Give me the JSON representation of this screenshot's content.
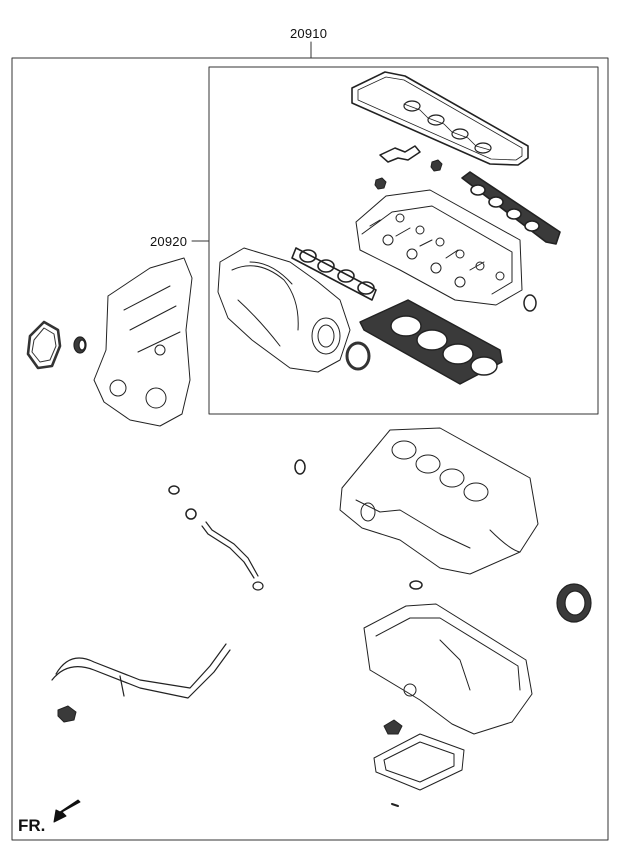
{
  "callouts": {
    "overhaul_gasket_kit": "20910",
    "head_gasket_kit": "20920"
  },
  "orientation": {
    "front_label": "FR.",
    "arrow_icon": "arrow-down-left-icon"
  },
  "colors": {
    "line": "#222222",
    "dark_part": "#3a3a3a",
    "frame": "#333333"
  }
}
